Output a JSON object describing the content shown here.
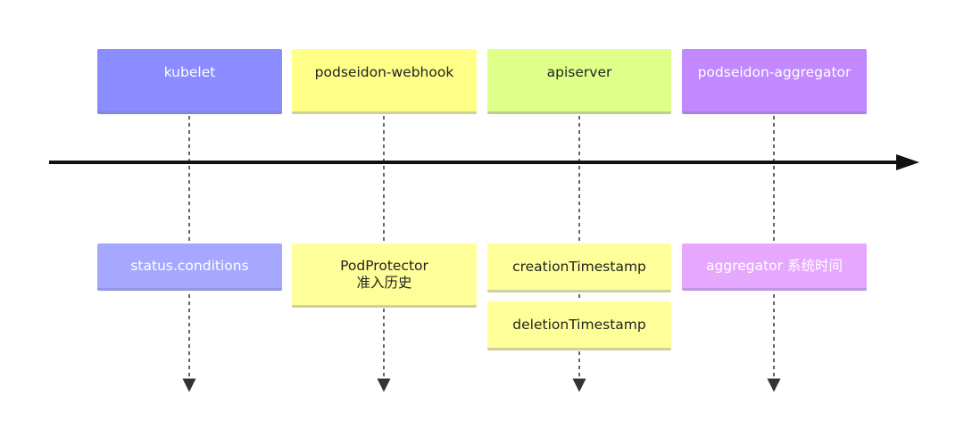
{
  "colors": {
    "kubelet": "#8a8cff",
    "webhook": "#ffff88",
    "apiserver": "#deff88",
    "aggregator": "#c288ff",
    "status_box": "#a6a8ff",
    "protector_box": "#ffff99",
    "timestamp_box": "#ffff99",
    "aggregator_time_box": "#e6a8ff",
    "axis": "#111111",
    "lifeline": "#333333"
  },
  "headers": {
    "kubelet": "kubelet",
    "webhook": "podseidon-webhook",
    "apiserver": "apiserver",
    "aggregator": "podseidon-aggregator"
  },
  "notes": {
    "status_conditions": "status.conditions",
    "pod_protector": "PodProtector",
    "pod_protector_sub": "准入历史",
    "creation_timestamp": "creationTimestamp",
    "deletion_timestamp": "deletionTimestamp",
    "aggregator_time": "aggregator 系统时间"
  }
}
